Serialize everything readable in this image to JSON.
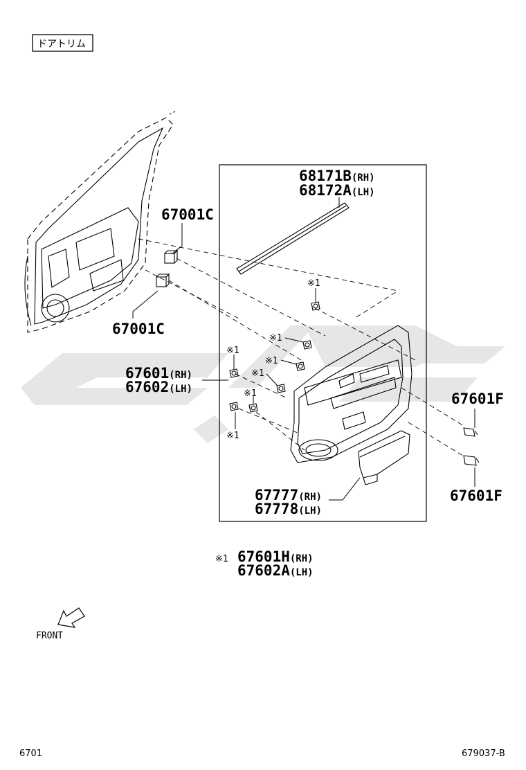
{
  "header": {
    "section_title": "ドアトリム"
  },
  "parts": {
    "weatherstrip_rh": "68171B",
    "weatherstrip_rh_side": "(RH)",
    "weatherstrip_lh": "68172A",
    "weatherstrip_lh_side": "(LH)",
    "clip_upper": "67001C",
    "clip_lower": "67001C",
    "panel_rh": "67601",
    "panel_rh_side": "(RH)",
    "panel_lh": "67602",
    "panel_lh_side": "(LH)",
    "screw_upper": "67601F",
    "screw_lower": "67601F",
    "pocket_rh": "67777",
    "pocket_rh_side": "(RH)",
    "pocket_lh": "67778",
    "pocket_lh_side": "(LH)"
  },
  "clip_marks": [
    "※1",
    "※1",
    "※1",
    "※1",
    "※1",
    "※1",
    "※1"
  ],
  "legend": {
    "mark": "※1",
    "rh_part": "67601H",
    "rh_side": "(RH)",
    "lh_part": "67602A",
    "lh_side": "(LH)"
  },
  "front_indicator": "FRONT",
  "footer": {
    "page_code": "6701",
    "diagram_id": "679037-B"
  }
}
